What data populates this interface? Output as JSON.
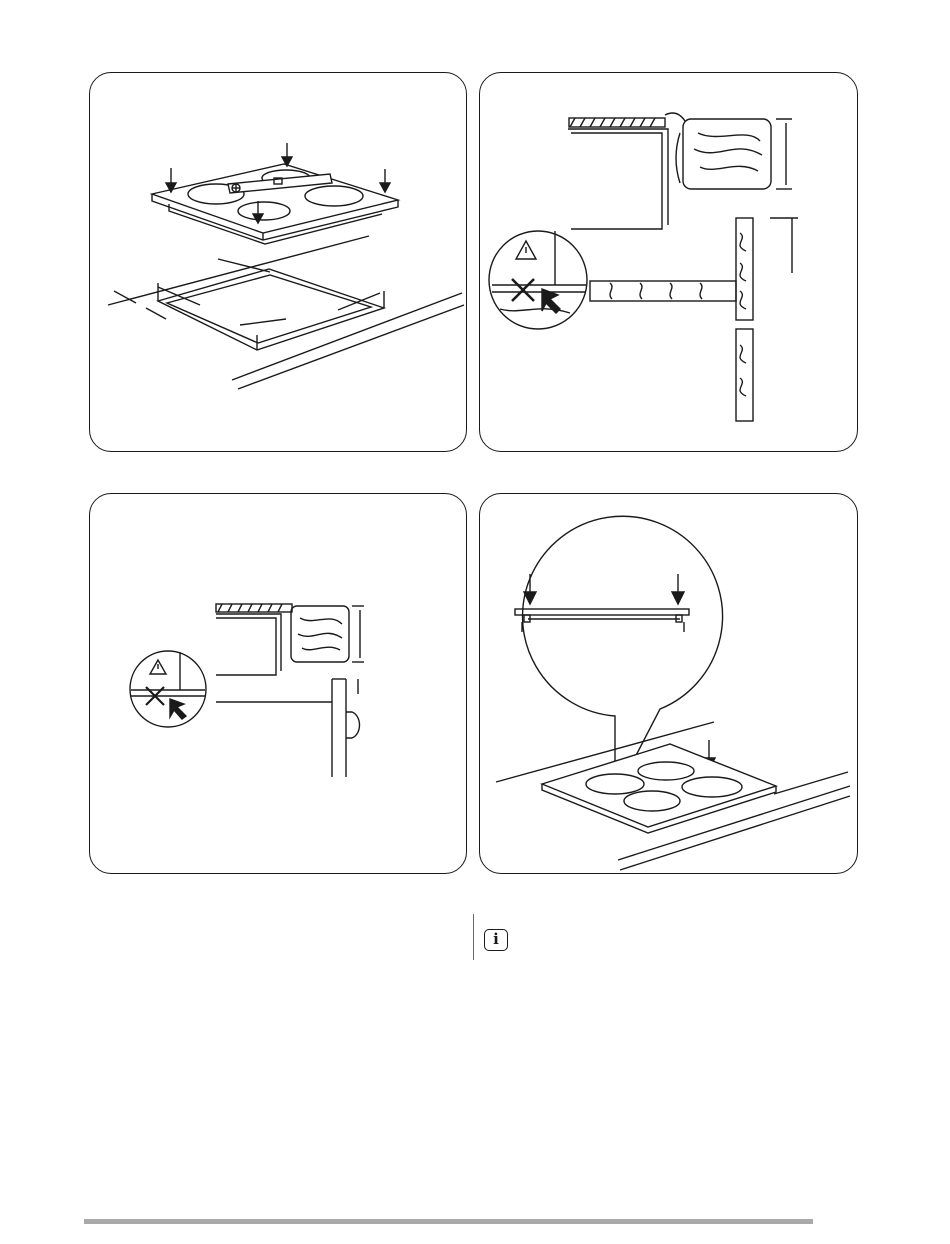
{
  "figures": [
    {
      "id": "hob-fitting-overview",
      "icon": "hob-sealing-and-cutout-illustration"
    },
    {
      "id": "worktop-gap-side-view",
      "icon": "worktop-gap-warning-illustration"
    },
    {
      "id": "worktop-gap-oven-below",
      "icon": "worktop-gap-warning-illustration"
    },
    {
      "id": "hob-press-down-detail",
      "icon": "hob-press-down-illustration"
    }
  ],
  "note": {
    "icon": "info-icon",
    "symbol": "i",
    "text": ""
  },
  "colors": {
    "line": "#1a1a1a",
    "rule": "#a9a9a9",
    "note_rule": "#6b6b6b"
  }
}
